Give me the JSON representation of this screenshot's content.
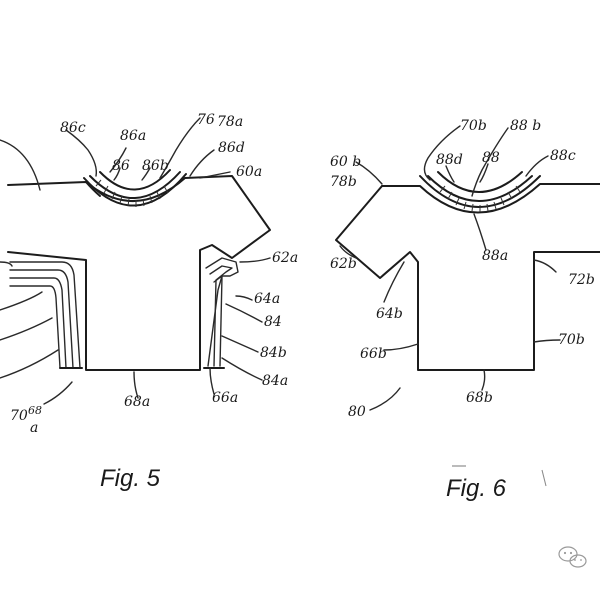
{
  "figures": [
    {
      "caption": "Fig. 5",
      "labels": {
        "l86c": "86c",
        "l86a": "86a",
        "l86": "86",
        "l86b": "86b",
        "l76": "76",
        "l78a": "78a",
        "l86d": "86d",
        "l60a": "60a",
        "l62a": "62a",
        "l64a": "64a",
        "l84": "84",
        "l84b": "84b",
        "l84a": "84a",
        "l66a": "66a",
        "l68a": "68a",
        "l70": "70",
        "l68": "68",
        "la": "a"
      }
    },
    {
      "caption": "Fig. 6",
      "labels": {
        "l70b": "70b",
        "l88b": "88 b",
        "l88d": "88d",
        "l88": "88",
        "l88c": "88c",
        "l60b": "60 b",
        "l78b": "78b",
        "l88a": "88a",
        "l62b": "62b",
        "l72b": "72b",
        "l64b": "64b",
        "l66b": "66b",
        "l70b2": "70b",
        "l68b": "68b",
        "l80": "80"
      }
    }
  ],
  "watermark": {
    "icon": "wechat-icon"
  }
}
